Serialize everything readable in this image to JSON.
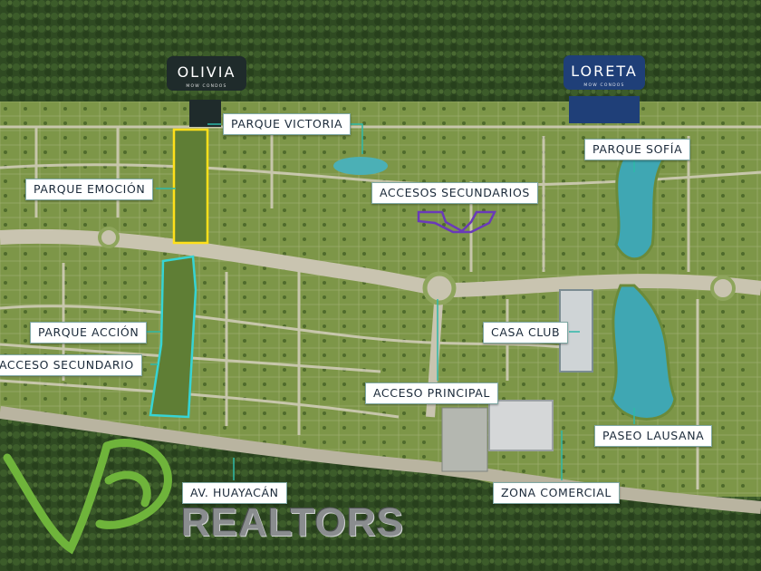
{
  "colors": {
    "forest": "#2f4a22",
    "lawn": "#7d9648",
    "road": "#c9c4b0",
    "lake": "#3fa7b3",
    "olivia_bg": "#1f2b2b",
    "loreta_bg": "#1f3f78",
    "yellow_outline": "#ffe01a",
    "cyan_outline": "#36d4d4",
    "purple_outline": "#6a3ab8",
    "logo_green": "#6fb43b"
  },
  "brands": {
    "olivia": {
      "name": "OLIVIA",
      "sub": "MOW CONDOS"
    },
    "loreta": {
      "name": "LORETA",
      "sub": "MOW CONDOS"
    }
  },
  "labels": {
    "parque_victoria": "PARQUE VICTORIA",
    "parque_sofia": "PARQUE SOFÍA",
    "parque_emocion": "PARQUE EMOCIÓN",
    "accesos_secundarios": "ACCESOS SECUNDARIOS",
    "parque_accion": "PARQUE ACCIÓN",
    "casa_club": "CASA CLUB",
    "acceso_secundario": "ACCESO SECUNDARIO",
    "acceso_principal": "ACCESO PRINCIPAL",
    "paseo_lausana": "PASEO LAUSANA",
    "av_huayacan": "AV. HUAYACÁN",
    "zona_comercial": "ZONA COMERCIAL"
  },
  "logo": {
    "text": "REALTORS"
  },
  "icons": {
    "logo_mark": "vb-leaf-logo-icon"
  }
}
